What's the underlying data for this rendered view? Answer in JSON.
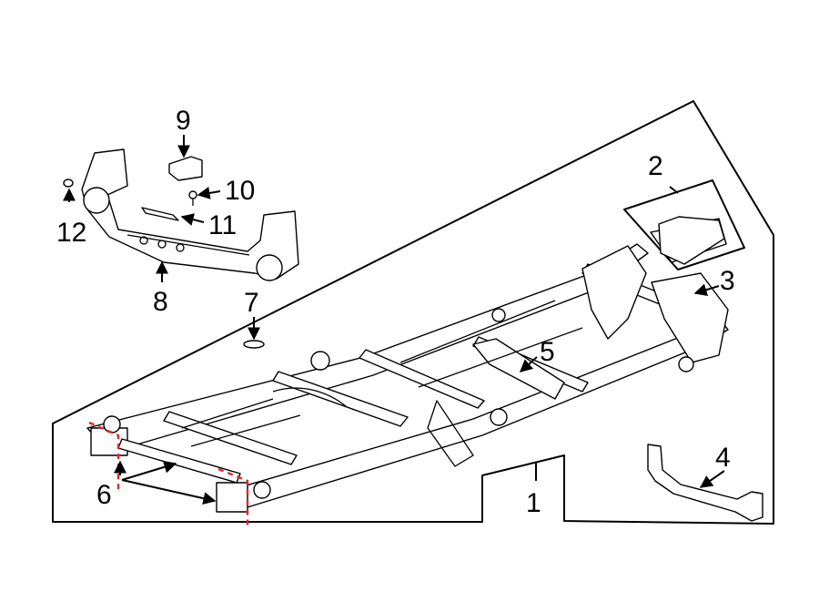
{
  "callouts": {
    "c1": "1",
    "c2": "2",
    "c3": "3",
    "c4": "4",
    "c5": "5",
    "c6": "6",
    "c7": "7",
    "c8": "8",
    "c9": "9",
    "c10": "10",
    "c11": "11",
    "c12": "12"
  },
  "colors": {
    "line": "#000000",
    "cut_line": "#e3262b",
    "background": "#ffffff"
  }
}
